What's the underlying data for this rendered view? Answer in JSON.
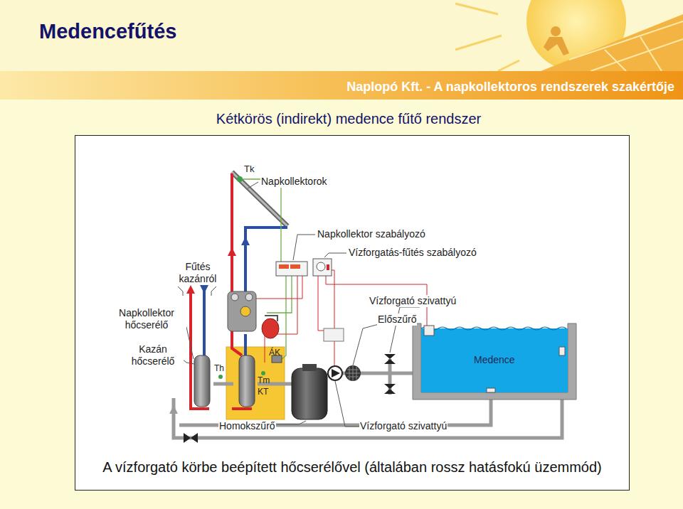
{
  "diagram": {
    "title": "Medencefűtés",
    "caption": "A vízforgató körbe beépített hőcserélővel (általában rossz hatásfokú üzemmód)",
    "nodes": [
      {
        "text": [
          "Medence"
        ]
      }
    ],
    "labels": [
      "Naplopó Kft. - A napkollektoros rendszerek szakértője",
      "Kétkörös (indirekt) medence fűtő rendszer",
      "Tk",
      "Napkollektorok",
      "Napkollektor szabályozó",
      "Vízforgatás-fűtés szabályozó",
      "Fűtés kazánról",
      "Napkollektor hőcserélő",
      "Kazán hőcserélő",
      "Vízforgató szivattyú",
      "Előszűrő",
      "ÁK",
      "Th",
      "Tm",
      "KT",
      "Homokszűrő",
      "Vízforgató szivattyú"
    ]
  }
}
